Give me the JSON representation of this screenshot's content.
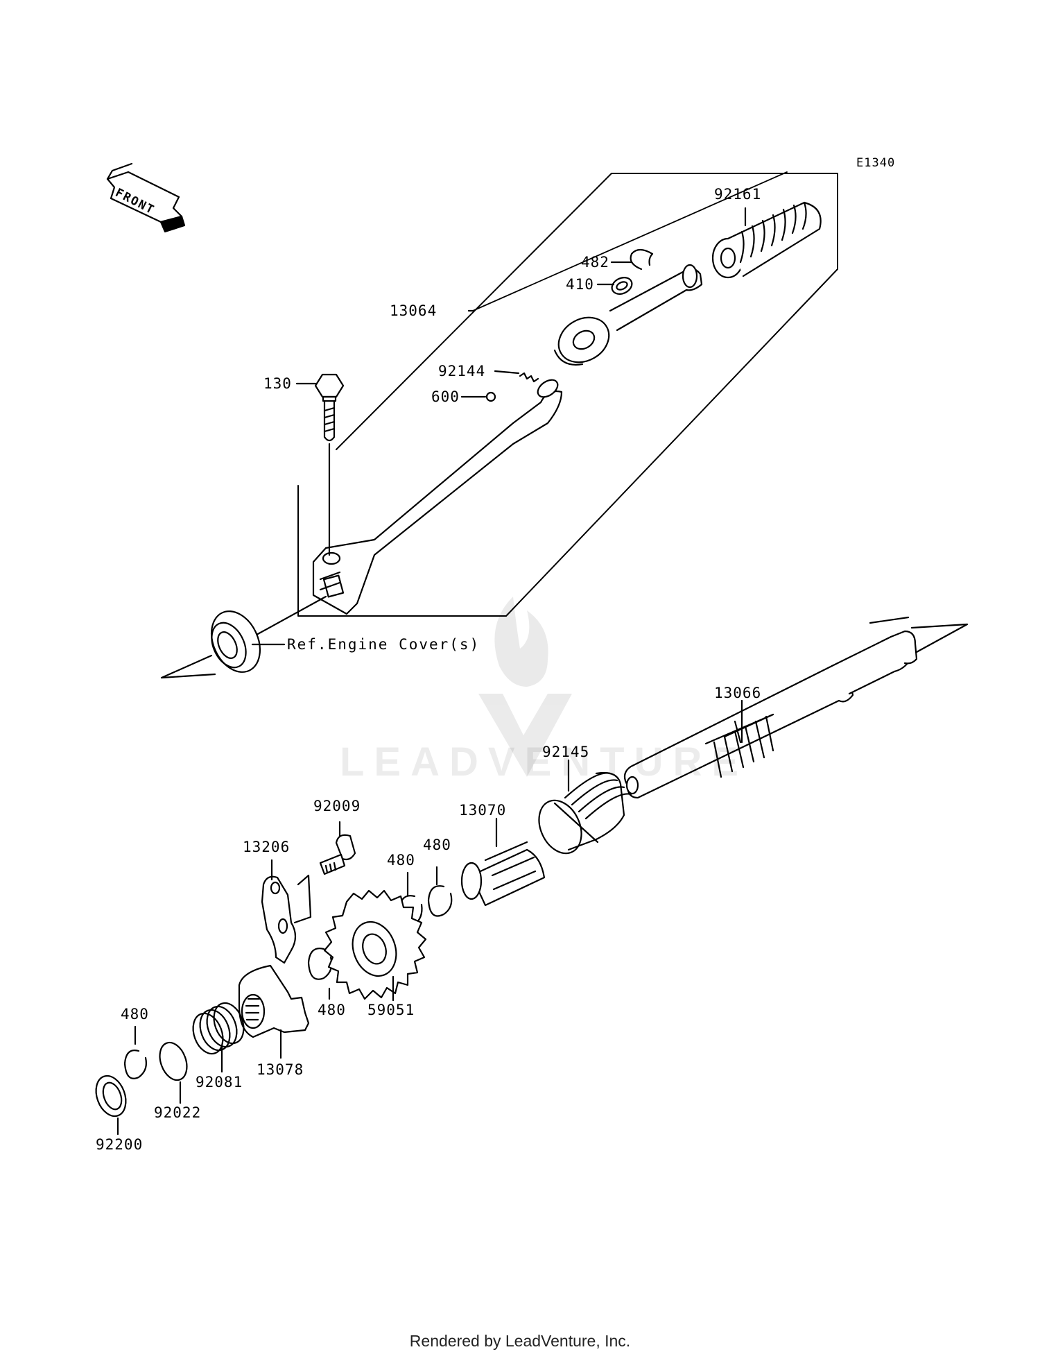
{
  "diagram_code": "E1340",
  "front_label": "FRONT",
  "reference_label": "Ref.Engine Cover(s)",
  "watermark": "LEADVENTURE",
  "footer": "Rendered by LeadVenture, Inc.",
  "callouts": {
    "p92161": "92161",
    "p482": "482",
    "p410": "410",
    "p13064": "13064",
    "p92144": "92144",
    "p600": "600",
    "p130": "130",
    "p13066": "13066",
    "p92145": "92145",
    "p13070": "13070",
    "p92009": "92009",
    "p13206": "13206",
    "p480a": "480",
    "p480b": "480",
    "p480c": "480",
    "p480d": "480",
    "p59051": "59051",
    "p13078": "13078",
    "p92081": "92081",
    "p92022": "92022",
    "p92200": "92200"
  }
}
